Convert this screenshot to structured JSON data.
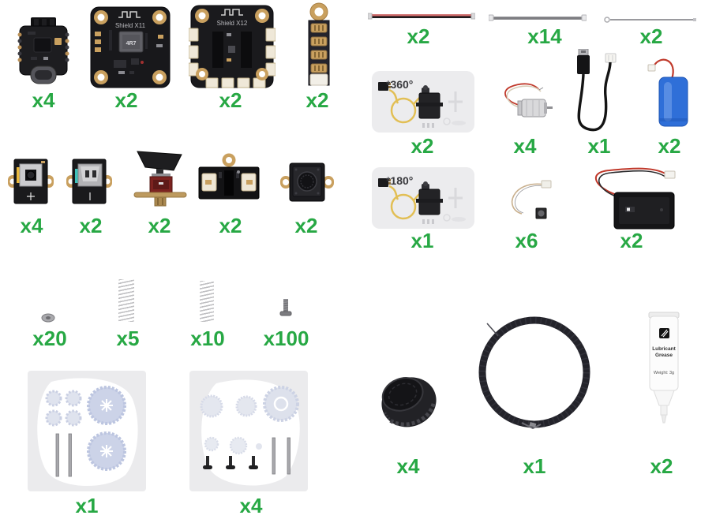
{
  "colors": {
    "green": "#27a844",
    "gold": "#c9a05f",
    "pcb": "#1a1a1c",
    "blue": "#2f6fd8",
    "red": "#c0392b",
    "yellow": "#e2bf55",
    "teal": "#3fc2ba",
    "card": "#ececee"
  },
  "boards": {
    "dev_board": {
      "qty": "x4"
    },
    "shield_x11": {
      "qty": "x2",
      "title": "Shield X11",
      "chip": "4R7"
    },
    "shield_x12": {
      "qty": "x2",
      "title": "Shield X12"
    },
    "strip": {
      "qty": "x2"
    }
  },
  "cables": {
    "red_cable": {
      "qty": "x2"
    },
    "gray_cable": {
      "qty": "x14"
    },
    "thin_cable": {
      "qty": "x2"
    }
  },
  "power_row": {
    "servo360": {
      "qty": "x2",
      "text": "*360°"
    },
    "motor": {
      "qty": "x4"
    },
    "usb_cable": {
      "qty": "x1"
    },
    "battery": {
      "qty": "x2"
    }
  },
  "servo_row": {
    "servo180": {
      "qty": "x1",
      "text": "*180°"
    },
    "wire_sensor": {
      "qty": "x6"
    },
    "battery_holder": {
      "qty": "x2"
    }
  },
  "modules": {
    "joystick": {
      "qty": "x4"
    },
    "key_switch": {
      "qty": "x2"
    },
    "trigger": {
      "qty": "x2"
    },
    "dual_connector": {
      "qty": "x2"
    },
    "push_button": {
      "qty": "x2"
    }
  },
  "hardware": {
    "nut": {
      "qty": "x20"
    },
    "spring_large": {
      "qty": "x5"
    },
    "spring_small": {
      "qty": "x10"
    },
    "screw": {
      "qty": "x100"
    }
  },
  "gear_packs": {
    "pack1": {
      "qty": "x1"
    },
    "pack2": {
      "qty": "x4"
    }
  },
  "drive": {
    "tire": {
      "qty": "x4"
    },
    "wire_coil": {
      "qty": "x1"
    },
    "grease": {
      "qty": "x2",
      "line1": "Lubricant",
      "line2": "Grease",
      "line3": "Weight: 3g"
    }
  }
}
